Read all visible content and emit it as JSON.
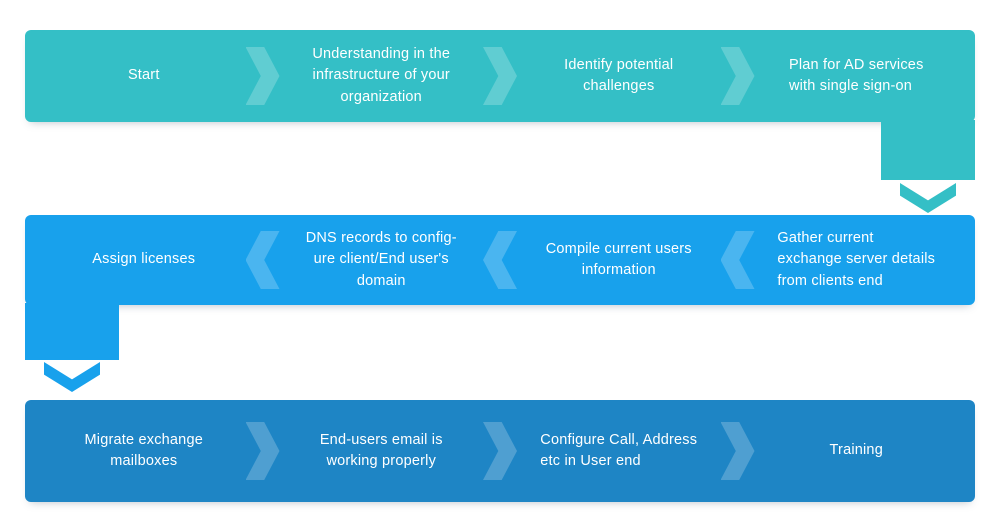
{
  "page": {
    "background": "#ffffff"
  },
  "flow": {
    "divider_tint": "rgba(255,255,255,0.22)",
    "rows": [
      {
        "name": "row-1",
        "color": "#34BFC6",
        "direction": "right",
        "steps": [
          {
            "label": "Start"
          },
          {
            "label": "Understanding in the\ninfrastructure of your\norganization"
          },
          {
            "label": "Identify potential\nchallenges"
          },
          {
            "label": "Plan for AD services\nwith single sign-on"
          }
        ]
      },
      {
        "name": "row-2",
        "color": "#18A1EC",
        "direction": "left",
        "steps": [
          {
            "label": "Assign licenses"
          },
          {
            "label": "DNS records to config-\nure client/End user's\ndomain"
          },
          {
            "label": "Compile current users\ninformation"
          },
          {
            "label": "Gather current\nexchange server details\nfrom clients end"
          }
        ]
      },
      {
        "name": "row-3",
        "color": "#1E85C5",
        "direction": "right",
        "steps": [
          {
            "label": "Migrate exchange\nmailboxes"
          },
          {
            "label": "End-users email is\nworking properly"
          },
          {
            "label": "Configure Call, Address\netc in User end"
          },
          {
            "label": "Training"
          }
        ]
      }
    ],
    "connectors": [
      {
        "name": "down-right",
        "color": "#34BFC6"
      },
      {
        "name": "down-left",
        "color": "#18A1EC"
      }
    ]
  }
}
